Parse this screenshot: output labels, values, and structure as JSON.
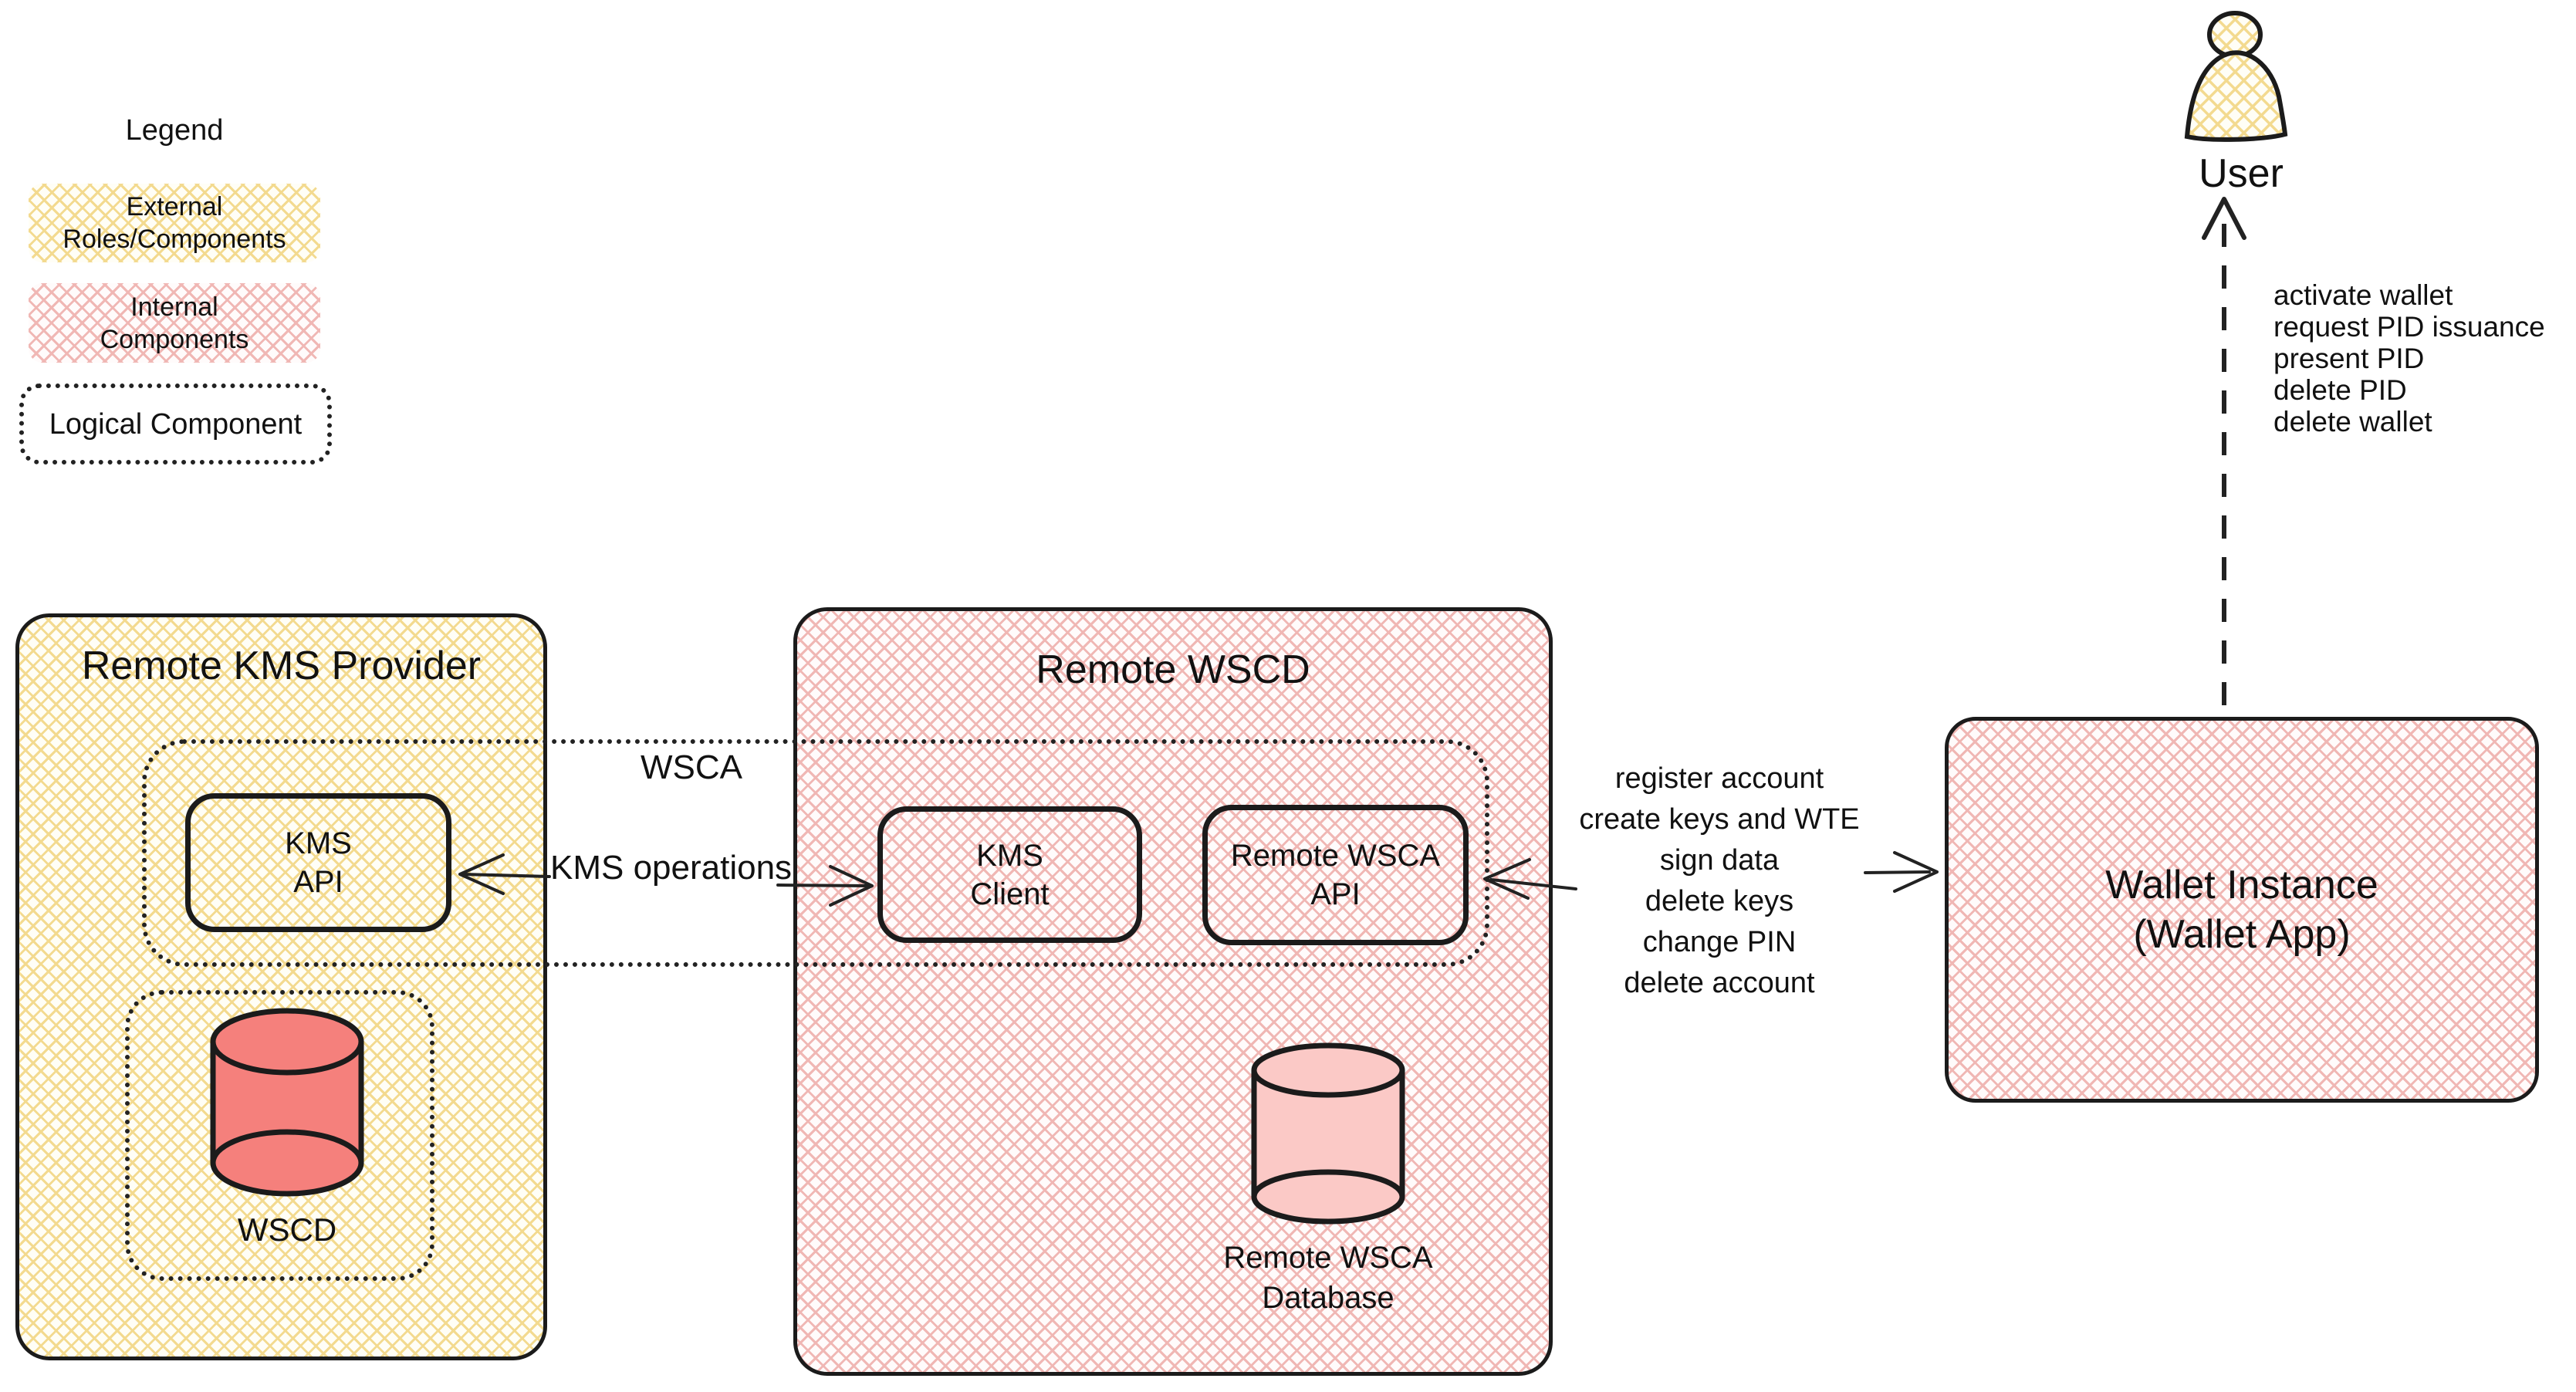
{
  "colors": {
    "outline": "#1b1b1b",
    "text": "#111111",
    "external_hatch": "#f3da8f",
    "internal_hatch": "#f0b7b4",
    "wscd_db_fill": "#f5807c",
    "wsca_db_fill": "#fbc9c6"
  },
  "legend": {
    "title": "Legend",
    "external": {
      "lines": [
        "External",
        "Roles/Components"
      ]
    },
    "internal": {
      "lines": [
        "Internal",
        "Components"
      ]
    },
    "logical": {
      "label": "Logical Component"
    }
  },
  "actors": {
    "user": {
      "label": "User"
    }
  },
  "nodes": {
    "kms_provider": {
      "title": "Remote KMS Provider"
    },
    "kms_api": {
      "lines": [
        "KMS",
        "API"
      ]
    },
    "wscd_db": {
      "label": "WSCD"
    },
    "remote_wscd": {
      "title": "Remote WSCD"
    },
    "kms_client": {
      "lines": [
        "KMS",
        "Client"
      ]
    },
    "remote_wsca_api": {
      "lines": [
        "Remote WSCA",
        "API"
      ]
    },
    "wsca_db": {
      "lines": [
        "Remote WSCA",
        "Database"
      ]
    },
    "wallet": {
      "lines": [
        "Wallet Instance",
        "(Wallet App)"
      ]
    }
  },
  "connections": {
    "wsca": {
      "label": "WSCA"
    },
    "kms_ops": {
      "label": "KMS operations"
    },
    "wallet_wscd": {
      "lines": [
        "register account",
        "create keys and WTE",
        "sign data",
        "delete keys",
        "change PIN",
        "delete account"
      ]
    },
    "user_wallet": {
      "lines": [
        "activate wallet",
        "request PID issuance",
        "present PID",
        "delete PID",
        "delete wallet"
      ]
    }
  }
}
